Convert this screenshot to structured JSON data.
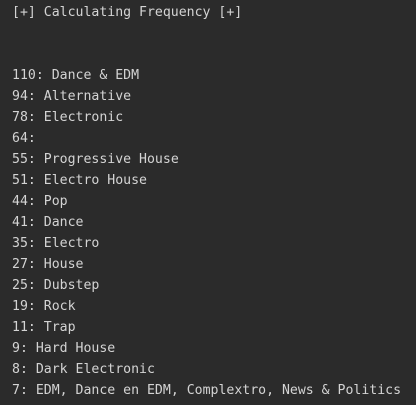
{
  "terminal": {
    "header": "[+] Calculating Frequency [+]",
    "entries": [
      {
        "count": "110",
        "genre": "Dance & EDM"
      },
      {
        "count": "94",
        "genre": "Alternative"
      },
      {
        "count": "78",
        "genre": "Electronic"
      },
      {
        "count": "64",
        "genre": ""
      },
      {
        "count": "55",
        "genre": "Progressive House"
      },
      {
        "count": "51",
        "genre": "Electro House"
      },
      {
        "count": "44",
        "genre": "Pop"
      },
      {
        "count": "41",
        "genre": "Dance"
      },
      {
        "count": "35",
        "genre": "Electro"
      },
      {
        "count": "27",
        "genre": "House"
      },
      {
        "count": "25",
        "genre": "Dubstep"
      },
      {
        "count": "19",
        "genre": "Rock"
      },
      {
        "count": "11",
        "genre": "Trap"
      },
      {
        "count": "9",
        "genre": "Hard House"
      },
      {
        "count": "8",
        "genre": "Dark Electronic"
      },
      {
        "count": "7",
        "genre": "EDM, Dance en EDM, Complextro, News & Politics"
      }
    ]
  }
}
